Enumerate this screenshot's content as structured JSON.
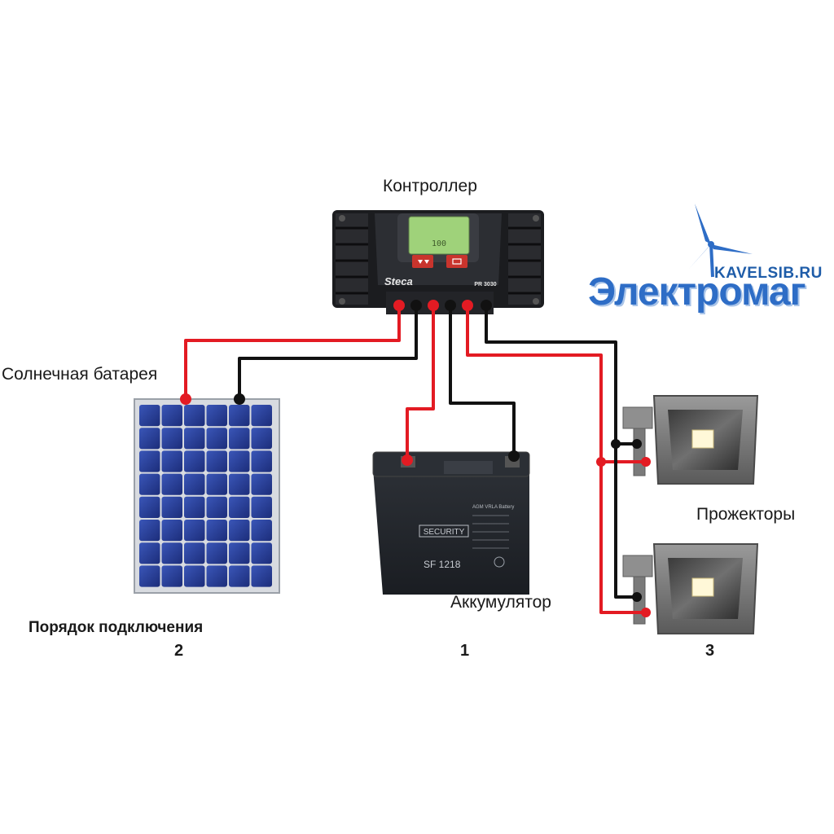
{
  "labels": {
    "controller": "Контроллер",
    "solar_panel": "Солнечная батарея",
    "battery": "Аккумулятор",
    "floodlights": "Прожекторы",
    "order_title": "Порядок подключения"
  },
  "order_numbers": {
    "solar": "2",
    "battery": "1",
    "floodlights": "3"
  },
  "controller": {
    "brand": "Steca",
    "model": "PR 3030"
  },
  "battery": {
    "brand": "SECURITY",
    "model": "SF 1218",
    "side_label": "AGM VRLA Battery"
  },
  "logo": {
    "site": "KAVELSIB.RU",
    "brand": "Электромаг"
  },
  "colors": {
    "positive_wire": "#e31b23",
    "negative_wire": "#111111",
    "logo_blue": "#2e6dc6"
  }
}
